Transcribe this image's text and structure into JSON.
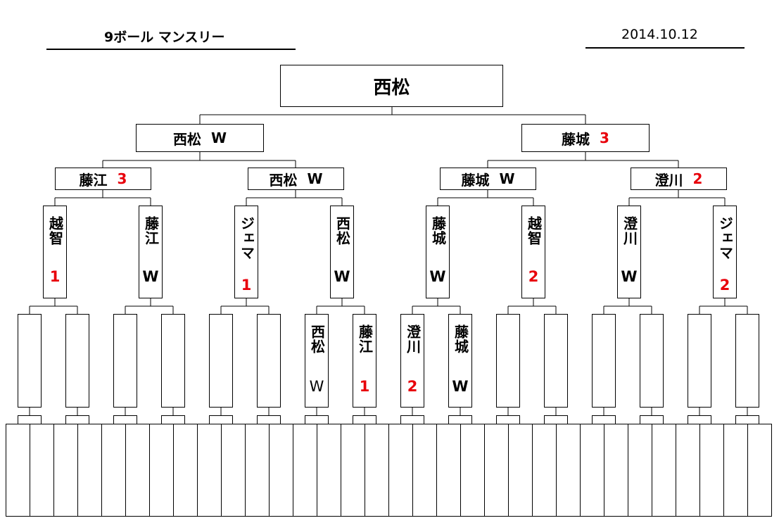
{
  "header": {
    "title": "9ボール マンスリー",
    "date": "2014.10.12"
  },
  "champion": "西松",
  "semis": [
    {
      "name": "西松",
      "result": "W"
    },
    {
      "name": "藤城",
      "result": "3"
    }
  ],
  "quarters": [
    {
      "name": "藤江",
      "result": "3"
    },
    {
      "name": "西松",
      "result": "W"
    },
    {
      "name": "藤城",
      "result": "W"
    },
    {
      "name": "澄川",
      "result": "2"
    }
  ],
  "round16": [
    {
      "name": "越智",
      "result": "1"
    },
    {
      "name": "藤江",
      "result": "W"
    },
    {
      "name": "ジェマ",
      "result": "1"
    },
    {
      "name": "西松",
      "result": "W"
    },
    {
      "name": "藤城",
      "result": "W"
    },
    {
      "name": "越智",
      "result": "2"
    },
    {
      "name": "澄川",
      "result": "W"
    },
    {
      "name": "ジェマ",
      "result": "2"
    }
  ],
  "round32": [
    {
      "name": "",
      "result": ""
    },
    {
      "name": "",
      "result": ""
    },
    {
      "name": "",
      "result": ""
    },
    {
      "name": "",
      "result": ""
    },
    {
      "name": "",
      "result": ""
    },
    {
      "name": "",
      "result": ""
    },
    {
      "name": "西松",
      "result": "W"
    },
    {
      "name": "藤江",
      "result": "1"
    },
    {
      "name": "澄川",
      "result": "2"
    },
    {
      "name": "藤城",
      "result": "W"
    },
    {
      "name": "",
      "result": ""
    },
    {
      "name": "",
      "result": ""
    },
    {
      "name": "",
      "result": ""
    },
    {
      "name": "",
      "result": ""
    },
    {
      "name": "",
      "result": ""
    },
    {
      "name": "",
      "result": ""
    }
  ],
  "colors": {
    "line": "#000000",
    "score": "#e8000b",
    "win": "#000000"
  }
}
